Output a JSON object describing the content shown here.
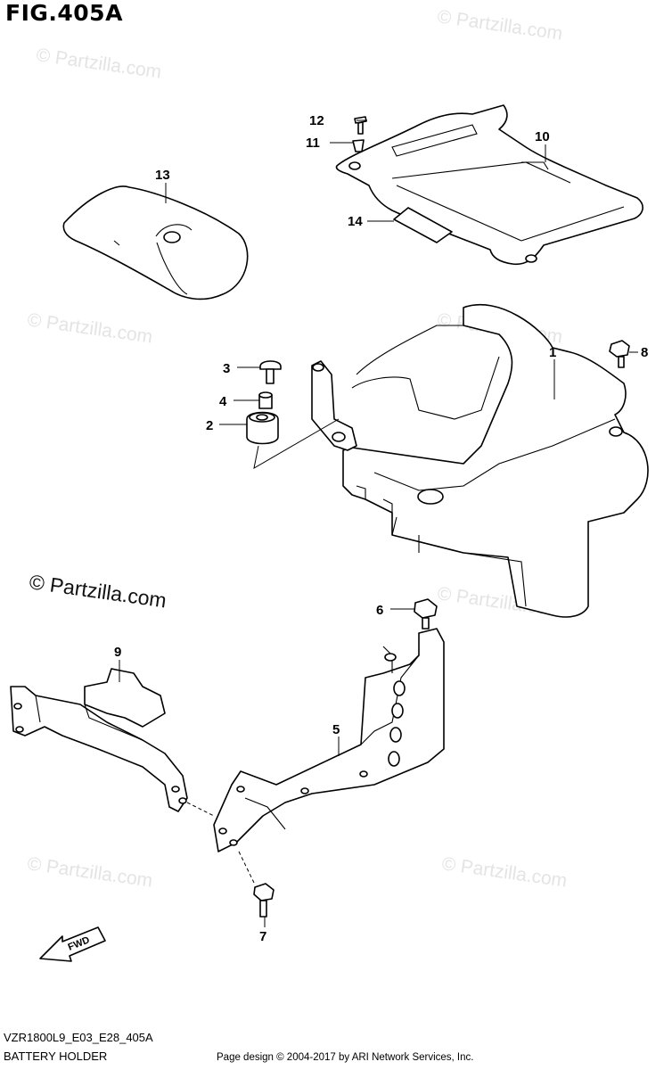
{
  "figure": {
    "title": "FIG.405A",
    "code": "VZR1800L9_E03_E28_405A",
    "name": "BATTERY HOLDER",
    "copyright": "Page design © 2004-2017 by ARI Network Services, Inc."
  },
  "watermark": {
    "text": "© Partzilla.com",
    "highlight_text": "© Partzilla.com"
  },
  "callouts": [
    "1",
    "2",
    "3",
    "4",
    "5",
    "6",
    "7",
    "8",
    "9",
    "10",
    "11",
    "12",
    "13",
    "14"
  ],
  "fwd_label": "FWD"
}
